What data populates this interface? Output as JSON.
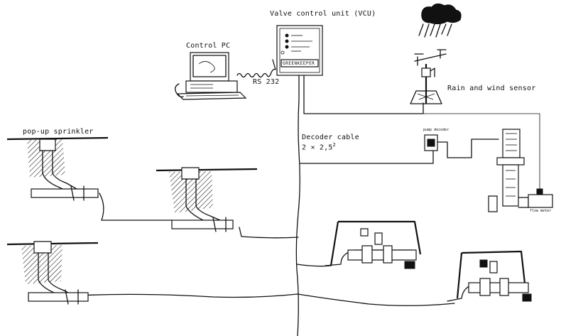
{
  "labels": {
    "vcu": "Valve control unit (VCU)",
    "control_pc": "Control PC",
    "rs232": "RS 232",
    "rain_wind": "Rain and wind sensor",
    "popup": "pop-up sprinkler",
    "decoder_cable_1": "Decoder cable",
    "decoder_cable_2": "2 × 2,5",
    "decoder_cable_sup": "2",
    "pump_decoder": "pump decoder",
    "flow_meter": "flow meter",
    "greenkeeper": "GREENKEEPER"
  },
  "colors": {
    "ink": "#111111",
    "background": "#ffffff"
  }
}
